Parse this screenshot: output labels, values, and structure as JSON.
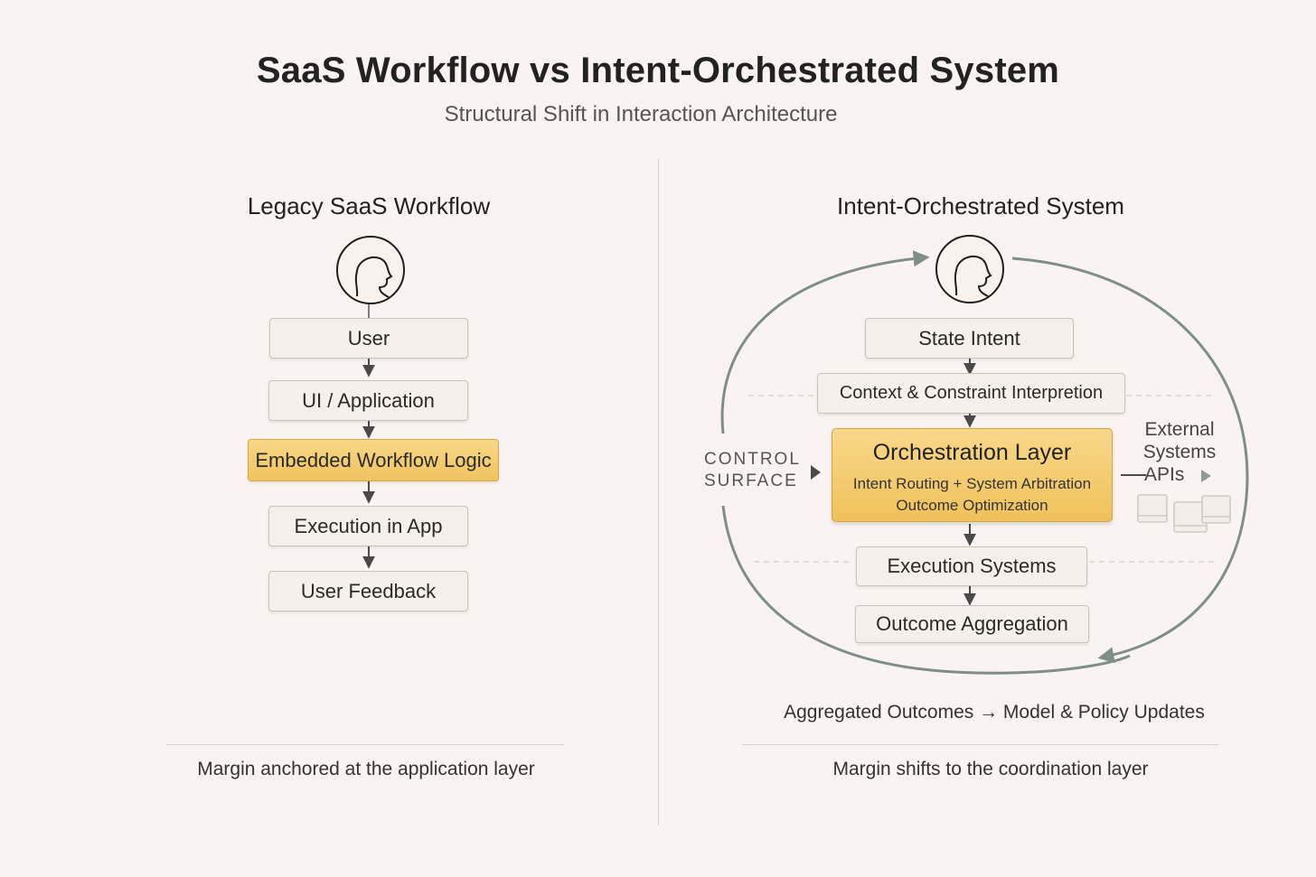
{
  "header": {
    "title": "SaaS Workflow vs Intent-Orchestrated System",
    "subtitle": "Structural Shift in Interaction Architecture"
  },
  "left": {
    "title": "Legacy SaaS Workflow",
    "steps": [
      "User",
      "UI / Application",
      "Embedded Workflow Logic",
      "Execution in App",
      "User Feedback"
    ],
    "highlighted_step": "Embedded Workflow Logic",
    "footer": "Margin anchored at the application layer"
  },
  "right": {
    "title": "Intent-Orchestrated System",
    "steps": {
      "state_intent": "State Intent",
      "context": "Context & Constraint Interpretion",
      "orchestration_title": "Orchestration Layer",
      "orchestration_line1": "Intent Routing + System Arbitration",
      "orchestration_line2": "Outcome Optimization",
      "execution": "Execution Systems",
      "aggregation": "Outcome Aggregation"
    },
    "control_surface": [
      "CONTROL",
      "SURFACE"
    ],
    "external": [
      "External",
      "Systems",
      "APIs"
    ],
    "feedback_note": "Aggregated Outcomes → Model & Policy Updates",
    "footer": "Margin shifts to the coordination layer"
  },
  "colors": {
    "background": "#f9f3f1",
    "highlight": "#f0c35e",
    "loop": "#7f8f88",
    "box": "#f6f0eb"
  }
}
